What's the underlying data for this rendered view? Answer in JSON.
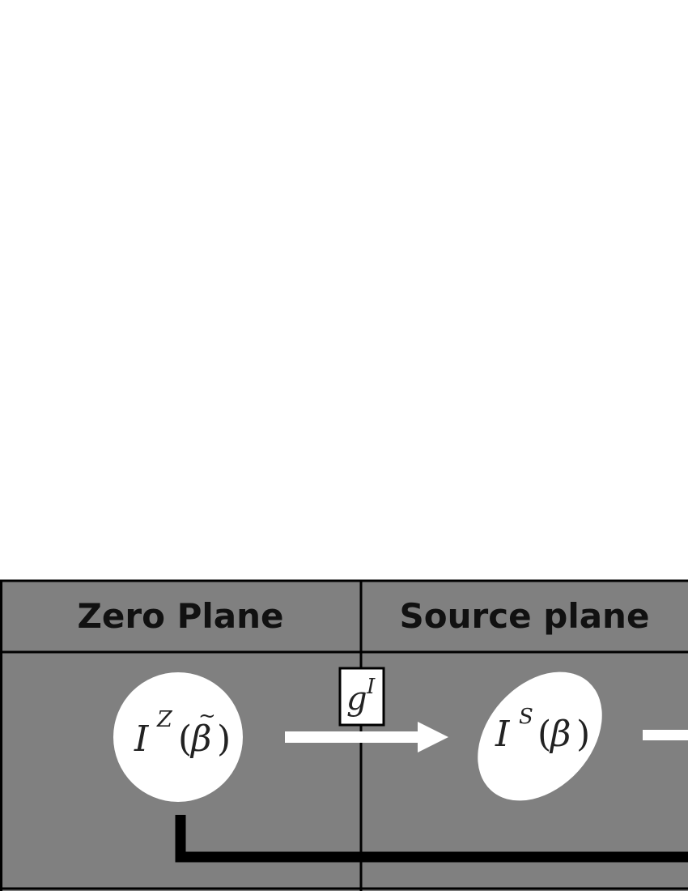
{
  "colors": {
    "panel": "#808080",
    "lines": "#000000",
    "bubble": "#ffffff",
    "arrow": "#ffffff"
  },
  "headers": {
    "zero_plane": "Zero Plane",
    "source_plane": "Source plane"
  },
  "nodes": {
    "zero": {
      "symbol": "I",
      "sup": "Z",
      "arg_open": "(",
      "arg": "β",
      "arg_accent": "~",
      "arg_close": ")"
    },
    "source": {
      "symbol": "I",
      "sup": "S",
      "arg_open": "(",
      "arg": "β",
      "arg_close": ")"
    }
  },
  "mapping_label": {
    "symbol": "g",
    "sup": "I"
  }
}
